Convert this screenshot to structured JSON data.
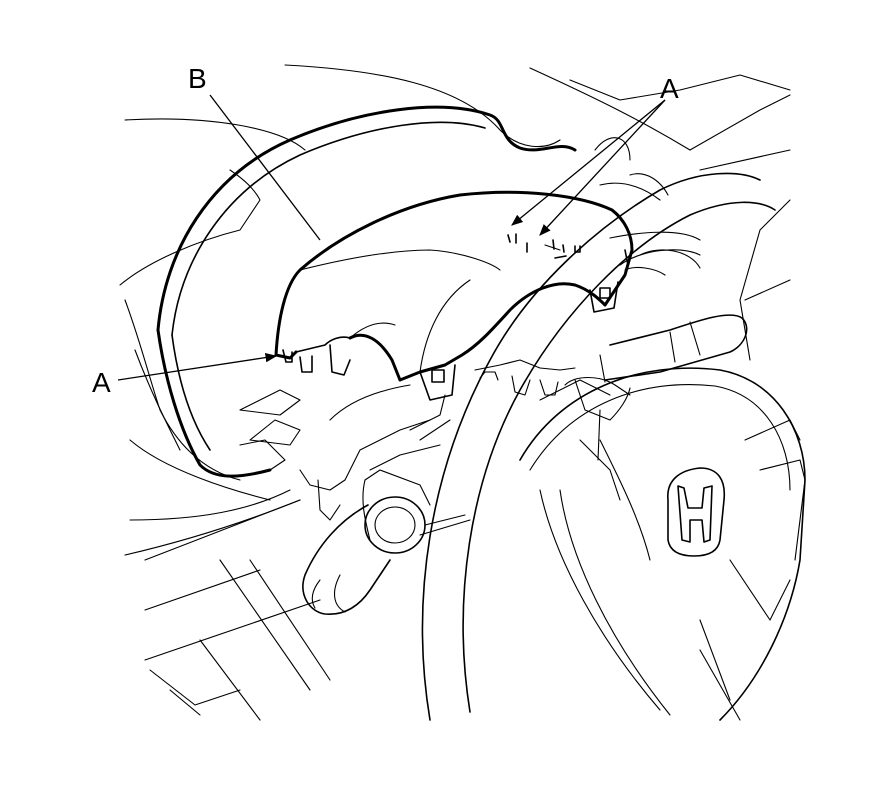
{
  "callouts": {
    "b": "B",
    "a_upper": "A",
    "a_left": "A"
  },
  "logo": "honda-h-logo"
}
